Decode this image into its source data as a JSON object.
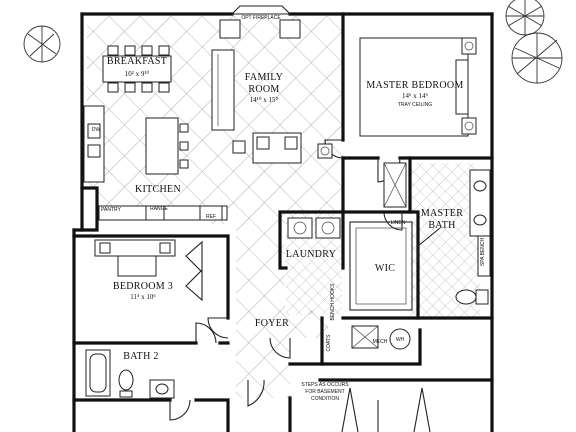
{
  "rooms": {
    "breakfast": {
      "name": "BREAKFAST",
      "dims": "10² x 9¹⁰"
    },
    "family_room": {
      "name_line1": "FAMILY",
      "name_line2": "ROOM",
      "dims": "14¹⁰ x 15⁰"
    },
    "master_bedroom": {
      "name": "MASTER BEDROOM",
      "dims": "14⁶ x 14⁶",
      "note": "TRAY CEILING"
    },
    "kitchen": {
      "name": "KITCHEN"
    },
    "master_bath": {
      "name_line1": "MASTER",
      "name_line2": "BATH"
    },
    "bedroom3": {
      "name": "BEDROOM 3",
      "dims": "11⁴ x 10⁶"
    },
    "laundry": {
      "name": "LAUNDRY"
    },
    "wic": {
      "name": "WIC"
    },
    "foyer": {
      "name": "FOYER"
    },
    "bath2": {
      "name": "BATH 2"
    }
  },
  "labels": {
    "fireplace": "OPT FIREPLACE",
    "dw": "DW",
    "pantry": "PANTRY",
    "range": "RANGE",
    "ref": "REF",
    "linen": "LINEN",
    "spa_bench": "SPA BENCH",
    "bench_hooks": "BENCH HOOKS",
    "coats": "COATS",
    "mech": "MECH",
    "wh": "WH",
    "steps_note_1": "STEPS AS OCCURS",
    "steps_note_2": "FOR BASEMENT",
    "steps_note_3": "CONDITION"
  }
}
